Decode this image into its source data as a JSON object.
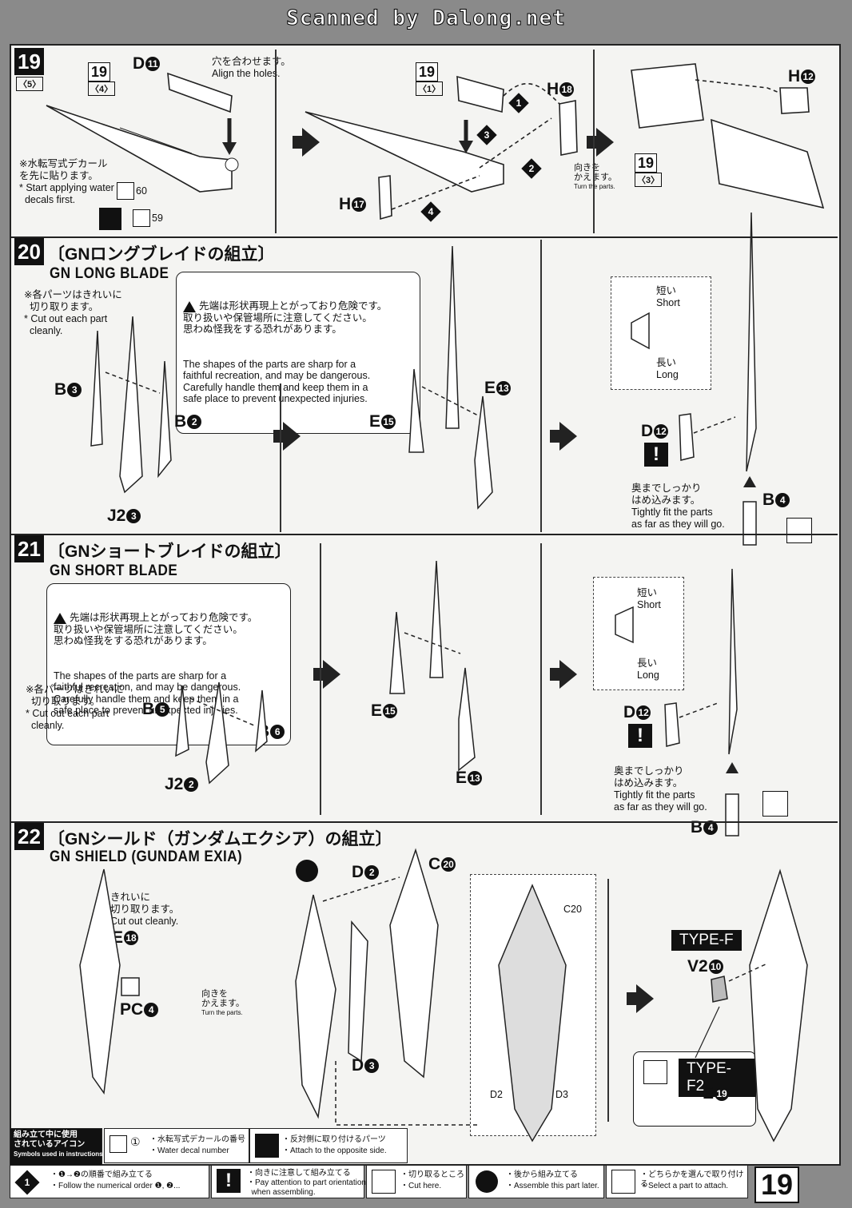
{
  "header": {
    "scan_credit": "Scanned by Dalong.net"
  },
  "page_number": "19",
  "step19": {
    "number": "19",
    "sub": "〈5〉",
    "ref_top": "19",
    "ref_top_sub": "〈4〉",
    "ref_mid": "19",
    "ref_mid_sub": "〈1〉",
    "ref_right": "19",
    "ref_right_sub": "〈3〉",
    "align_jp": "穴を合わせます。",
    "align_en": "Align the holes.",
    "decal_jp": "※水転写式デカール\nを先に貼ります。",
    "decal_en": "* Start applying water\n  decals first.",
    "decal_num_a": "60",
    "decal_num_b": "59",
    "turn_jp": "向きを\nかえます。",
    "turn_en": "Turn the parts.",
    "parts": {
      "d11": "D",
      "d11n": "11",
      "h18": "H",
      "h18n": "18",
      "h17": "H",
      "h17n": "17",
      "h12": "H",
      "h12n": "12"
    },
    "order": [
      "1",
      "2",
      "3",
      "4"
    ]
  },
  "step20": {
    "number": "20",
    "title_jp": "〔GNロングブレイドの組立〕",
    "title_en": "GN LONG BLADE",
    "cut_jp": "※各パーツはきれいに\n  切り取ります。",
    "cut_en": "* Cut out each part\n  cleanly.",
    "warn_jp": "先端は形状再現上とがっており危険です。\n取り扱いや保管場所に注意してください。\n思わぬ怪我をする恐れがあります。",
    "warn_en": "The shapes of the parts are sharp for a\nfaithful recreation, and may be dangerous.\nCarefully handle them and keep them in a\nsafe place to prevent unexpected injuries.",
    "short_jp": "短い",
    "short_en": "Short",
    "long_jp": "長い",
    "long_en": "Long",
    "fit_jp": "奥までしっかり\nはめ込みます。",
    "fit_en": "Tightly fit the parts\nas far as they will go.",
    "parts": {
      "b3": "B",
      "b3n": "3",
      "b2": "B",
      "b2n": "2",
      "j23": "J2",
      "j23n": "3",
      "e15": "E",
      "e15n": "15",
      "e13": "E",
      "e13n": "13",
      "d12": "D",
      "d12n": "12",
      "b4": "B",
      "b4n": "4"
    }
  },
  "step21": {
    "number": "21",
    "title_jp": "〔GNショートブレイドの組立〕",
    "title_en": "GN SHORT BLADE",
    "cut_jp": "※各パーツはきれいに\n  切り取ります。",
    "cut_en": "* Cut out each part\n  cleanly.",
    "warn_jp": "先端は形状再現上とがっており危険です。\n取り扱いや保管場所に注意してください。\n思わぬ怪我をする恐れがあります。",
    "warn_en": "The shapes of the parts are sharp for a\nfaithful recreation, and may be dangerous.\nCarefully handle them and keep them in a\nsafe place to prevent unexpected injuries.",
    "short_jp": "短い",
    "short_en": "Short",
    "long_jp": "長い",
    "long_en": "Long",
    "fit_jp": "奥までしっかり\nはめ込みます。",
    "fit_en": "Tightly fit the parts\nas far as they will go.",
    "parts": {
      "b5": "B",
      "b5n": "5",
      "b6": "B",
      "b6n": "6",
      "j22": "J2",
      "j22n": "2",
      "e15": "E",
      "e15n": "15",
      "e13": "E",
      "e13n": "13",
      "d12": "D",
      "d12n": "12",
      "b4": "B",
      "b4n": "4"
    }
  },
  "step22": {
    "number": "22",
    "title_jp": "〔GNシールド（ガンダムエクシア）の組立〕",
    "title_en": "GN SHIELD (GUNDAM EXIA)",
    "cut_jp": "きれいに\n切り取ります。",
    "cut_en": "Cut out cleanly.",
    "turn_jp": "向きを\nかえます。",
    "turn_en": "Turn the parts.",
    "type_f": "TYPE-F",
    "type_f2": "TYPE-F2",
    "parts": {
      "e18": "E",
      "e18n": "18",
      "pc4": "PC",
      "pc4n": "4",
      "d2": "D",
      "d2n": "2",
      "c20": "C",
      "c20n": "20",
      "d3": "D",
      "d3n": "3",
      "c20s": "C20",
      "d2s": "D2",
      "d3s": "D3",
      "v210": "V2",
      "v210n": "10",
      "e19": "E",
      "e19n": "19"
    }
  },
  "legend": {
    "title_jp": "組み立て中に使用\nされているアイコン",
    "title_en": "Symbols used in instructions",
    "decal_num_sym": "①",
    "decal_jp": "・水転写式デカールの番号",
    "decal_en": "・Water decal number",
    "opposite_jp": "・反対側に取り付けるパーツ",
    "opposite_en": "・Attach to the opposite side.",
    "order_icon": "1",
    "order_jp": "・❶→❷の順番で組み立てる",
    "order_en": "・Follow the numerical order ❶, ❷...",
    "attention_icon": "!",
    "attention_jp": "・向きに注意して組み立てる",
    "attention_en": "・Pay attention to part orientation\n  when assembling.",
    "cut_jp": "・切り取るところ",
    "cut_en": "・Cut here.",
    "later_jp": "・後から組み立てる",
    "later_en": "・Assemble this part later.",
    "select_jp": "・どちらかを選んで取り付ける",
    "select_en": "・Select a part to attach."
  }
}
